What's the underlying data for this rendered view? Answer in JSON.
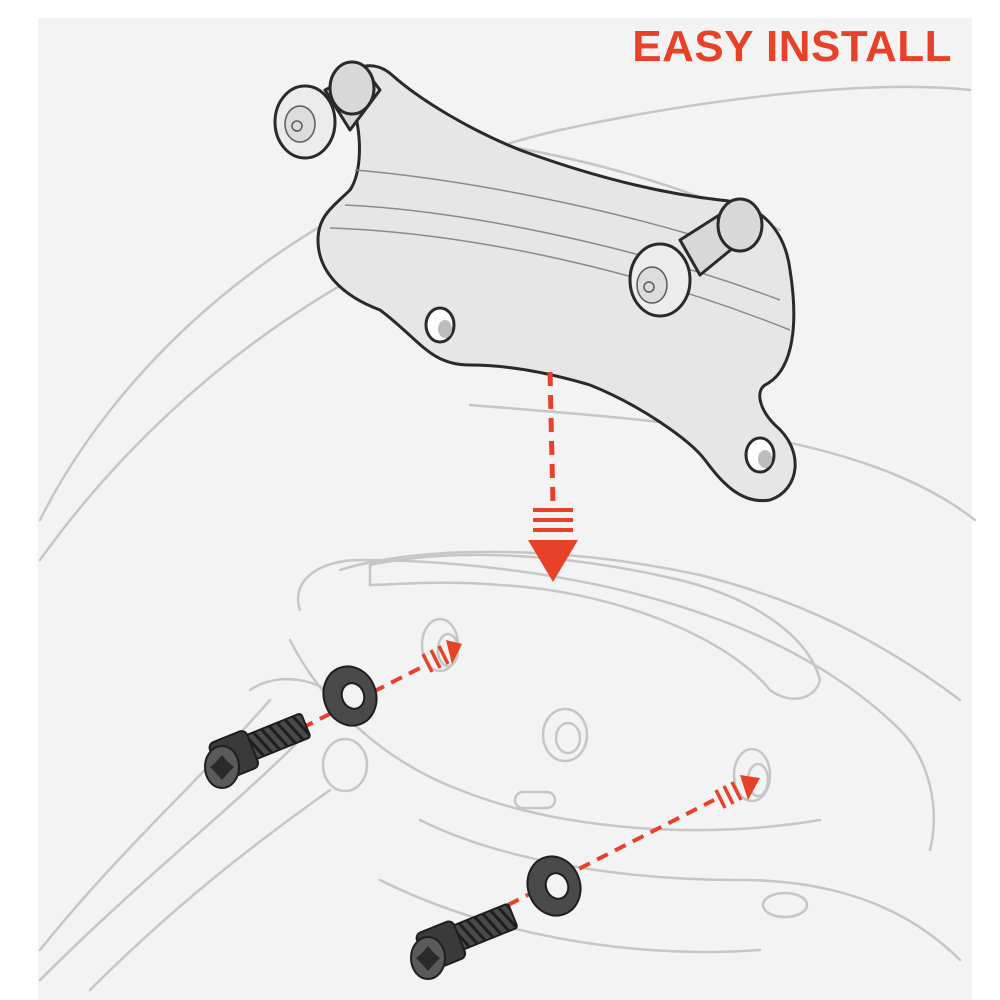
{
  "headline": "EASY INSTALL",
  "colors": {
    "accent": "#e8412a",
    "panel_background": "#f3f3f3",
    "bracket_fill": "#e6e6e6",
    "bracket_outline": "#2a2a2a",
    "ghost_lines": "#c6c6c6",
    "hardware": "#3a3a3a"
  },
  "icons": [
    "mounting-bracket",
    "bolt",
    "washer",
    "direction-arrow"
  ]
}
